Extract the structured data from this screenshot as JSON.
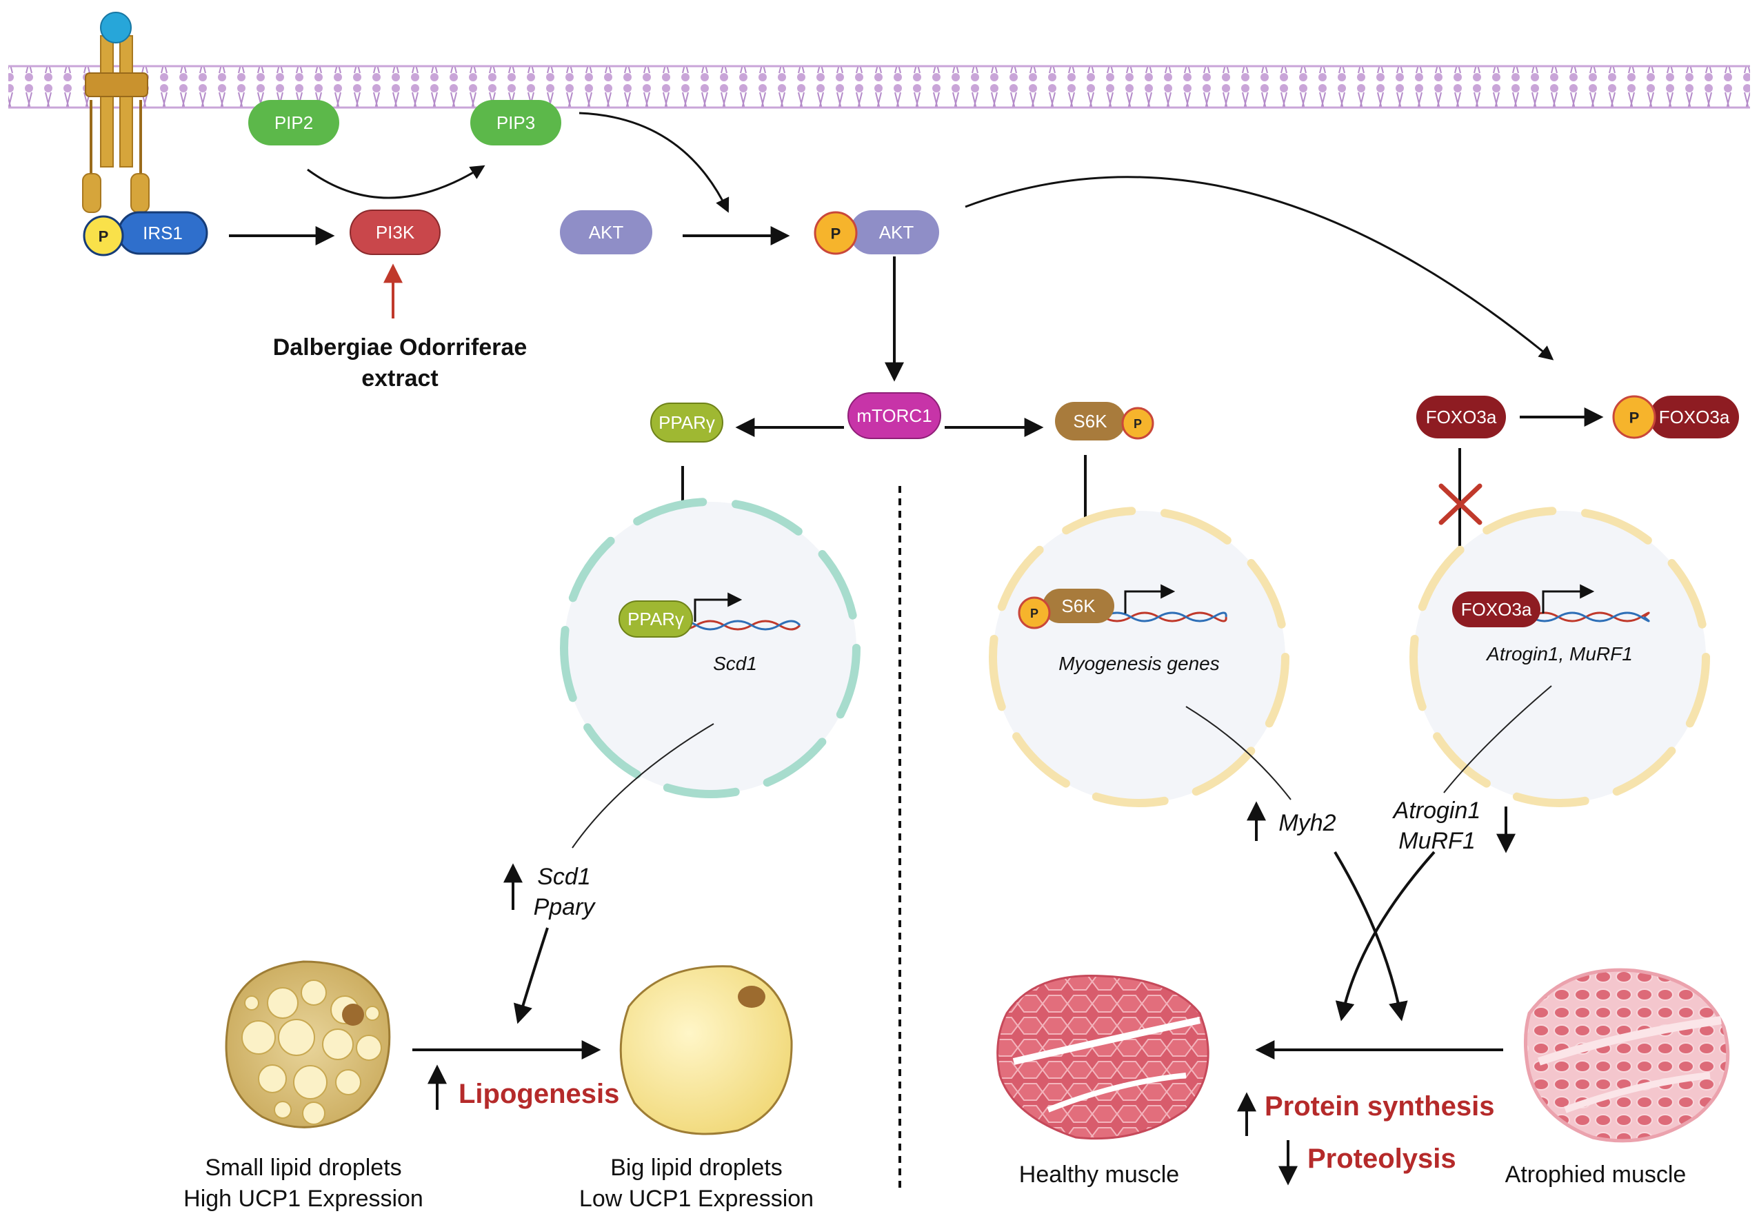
{
  "nodes": {
    "irs1": "IRS1",
    "pip2": "PIP2",
    "pip3": "PIP3",
    "pi3k": "PI3K",
    "akt": "AKT",
    "akt_p": "AKT",
    "mtorc1": "mTORC1",
    "ppary": "PPARγ",
    "ppary_nucleus": "PPARγ",
    "s6k": "S6K",
    "s6k_nucleus": "S6K",
    "foxo3a": "FOXO3a",
    "foxo3a_p": "FOXO3a",
    "foxo3a_nucleus": "FOXO3a",
    "phospho": "P"
  },
  "extract": {
    "line1": "Dalbergiae Odorriferae",
    "line2": "extract"
  },
  "nucleus_genes": {
    "left": "Scd1",
    "middle": "Myogenesis genes",
    "right": "Atrogin1, MuRF1"
  },
  "expression": {
    "myh2": "Myh2",
    "scd1": "Scd1",
    "ppary": "Ppary",
    "atrogin1": "Atrogin1",
    "murf1": "MuRF1"
  },
  "outcomes": {
    "lipogenesis": "Lipogenesis",
    "protein_synthesis": "Protein synthesis",
    "proteolysis": "Proteolysis"
  },
  "cells": {
    "small_line1": "Small lipid droplets",
    "small_line2": "High UCP1 Expression",
    "big_line1": "Big lipid droplets",
    "big_line2": "Low UCP1 Expression",
    "healthy": "Healthy muscle",
    "atrophied": "Atrophied muscle"
  },
  "colors": {
    "green": "#5cb84a",
    "red_pi3k": "#c9474b",
    "purple": "#8f8ec7",
    "magenta": "#c734a8",
    "olive": "#9fb832",
    "brown": "#a87b3c",
    "darkred": "#8e1c22",
    "phospho": "#f6b42c",
    "irs_blue": "#2f6fcc",
    "red_text": "#b52a2a",
    "membrane": "#c9a5d8"
  }
}
